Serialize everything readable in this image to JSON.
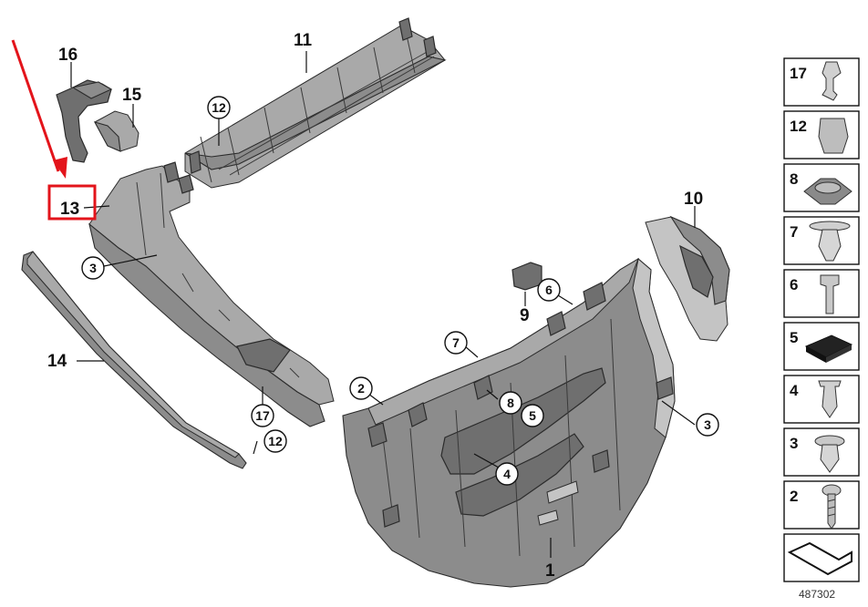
{
  "diagram": {
    "catalog_number": "487302",
    "part_labels": [
      "1",
      "2",
      "3",
      "4",
      "5",
      "6",
      "7",
      "8",
      "9",
      "10",
      "11",
      "12",
      "13",
      "14",
      "15",
      "16",
      "17"
    ],
    "callouts": {
      "c12_top": "12",
      "c3_left": "3",
      "c2": "2",
      "c7": "7",
      "c6": "6",
      "c8": "8",
      "c5": "5",
      "c3_right": "3",
      "c4": "4",
      "c17": "17",
      "c12_bottom": "12"
    },
    "legend": [
      "17",
      "12",
      "8",
      "7",
      "6",
      "5",
      "4",
      "3",
      "2"
    ],
    "highlight": {
      "label": "13",
      "color": "#e3141b"
    },
    "colors": {
      "part_dark": "#6f6f6f",
      "part_mid": "#8c8c8c",
      "part_light": "#a9a9a9",
      "annotation_red": "#e3141b"
    }
  }
}
